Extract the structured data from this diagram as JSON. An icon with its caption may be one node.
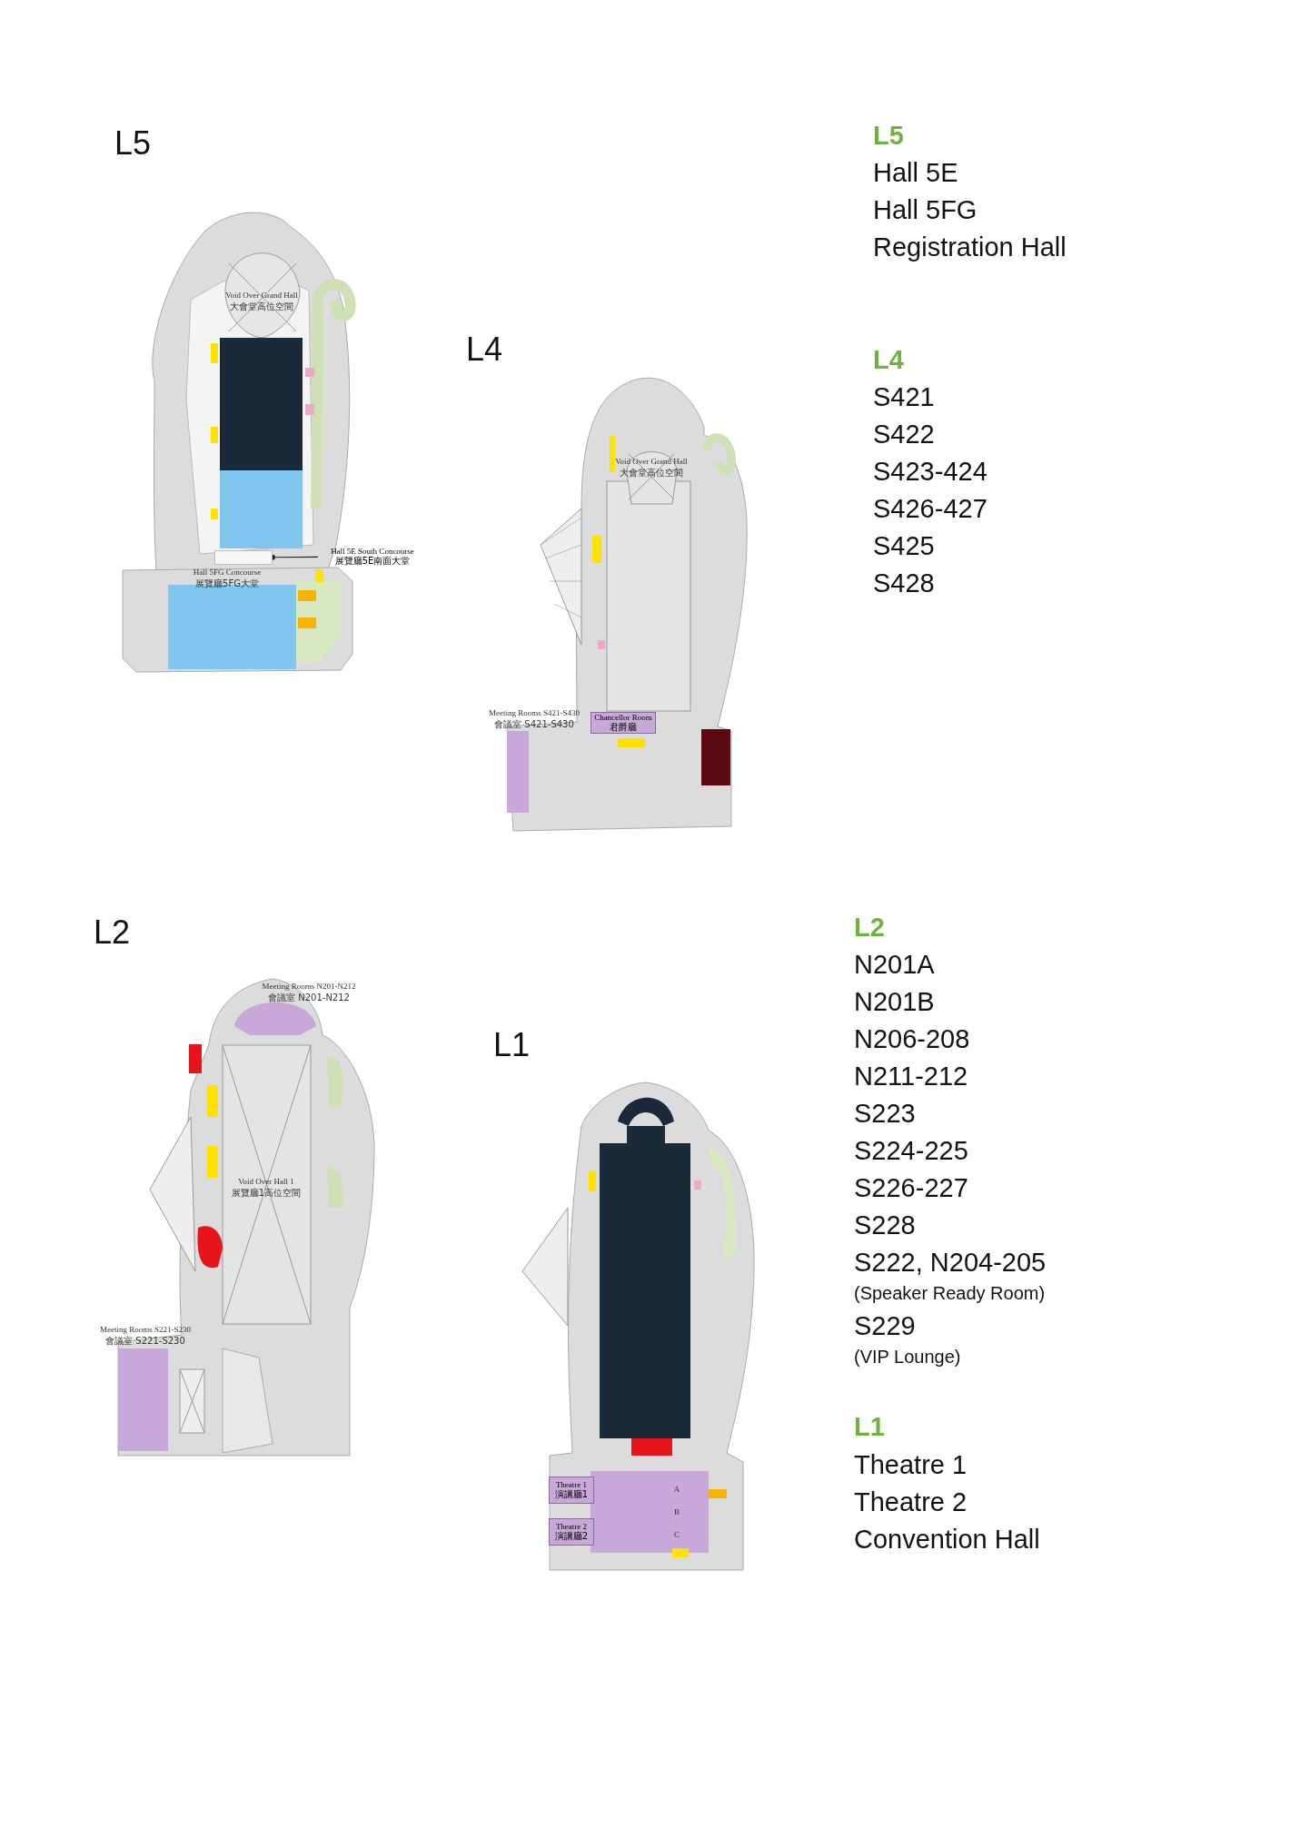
{
  "diagram": {
    "nodes": [
      {
        "text": [
          "Hall 5E South Concourse",
          "展覽廳5E南面大堂"
        ]
      },
      {
        "text": [
          "Chancellor Room",
          "君爵廳"
        ]
      },
      {
        "text": [
          "Theatre 1",
          "演講廳1"
        ]
      },
      {
        "text": [
          "Theatre 2",
          "演講廳2"
        ]
      },
      {
        "text": [],
        "shape": "box"
      }
    ],
    "edges": [
      {
        "from": 0,
        "to": 4,
        "arrow": "other"
      }
    ],
    "labels": [
      "L5",
      "L5",
      "Hall 5E",
      "Hall 5FG",
      "Registration Hall",
      "Void Over Grand Hall",
      "大會堂高位空間",
      "Hall 5FG Concourse",
      "展覽廳5FG大堂",
      "L4",
      "L4",
      "S421",
      "S422",
      "S423-424",
      "S426-427",
      "S425",
      "S428",
      "Void Over Grand Hall",
      "大會堂高位空間",
      "Meeting Rooms S421-S430",
      "會議室 S421-S430",
      "L2",
      "L2",
      "N201A",
      "N201B",
      "N206-208",
      "N211-212",
      "S223",
      "S224-225",
      "S226-227",
      "S228",
      "S222, N204-205",
      "(Speaker Ready Room)",
      "S229",
      "(VIP Lounge)",
      "Meeting Rooms N201-N212",
      "會議室 N201-N212",
      "Void Over Hall 1",
      "展覽廳1高位空間",
      "Meeting Rooms S221-S230",
      "會議室 S221-S230",
      "L1",
      "L1",
      "Theatre 1",
      "Theatre 2",
      "Convention Hall",
      "A",
      "B",
      "C"
    ]
  }
}
